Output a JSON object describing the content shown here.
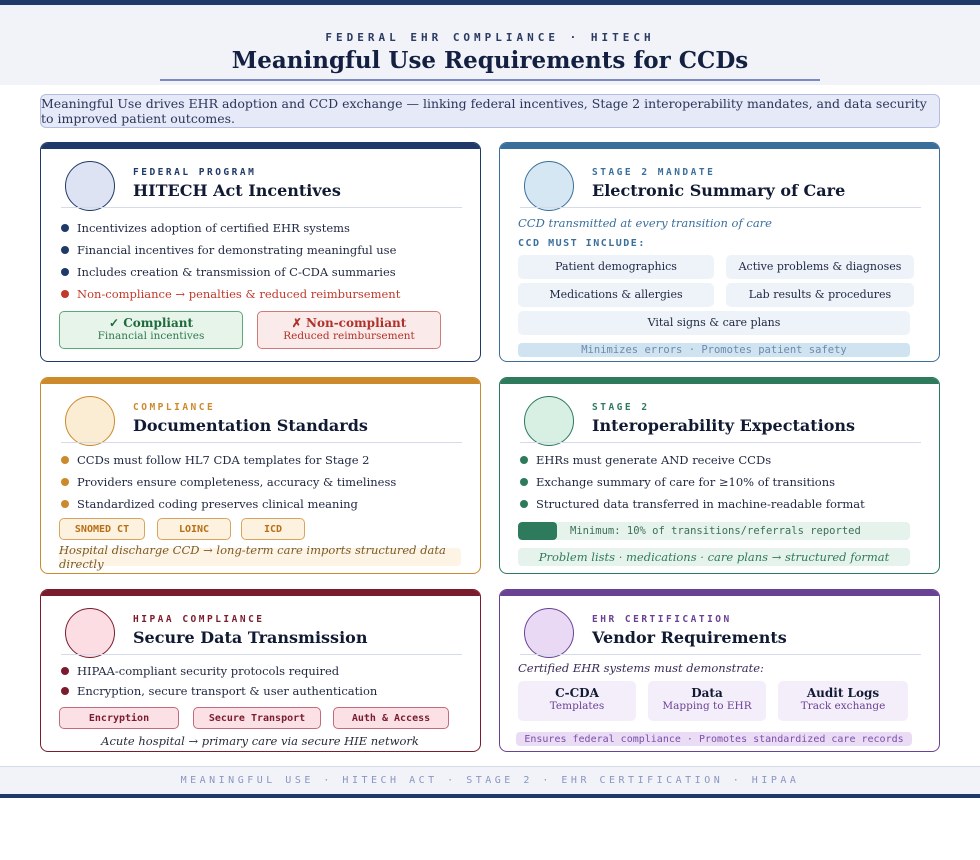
{
  "header": {
    "kicker": "FEDERAL EHR COMPLIANCE · HITECH",
    "title": "Meaningful Use Requirements for CCDs"
  },
  "intro": "Meaningful Use drives EHR adoption and CCD exchange — linking federal incentives, Stage 2 interoperability mandates, and data security to improved patient outcomes.",
  "colors": {
    "navy": "#1f3a68",
    "blue": "#3a6f9c",
    "amber": "#cc8a2c",
    "green": "#2e7a5c",
    "crimson": "#7a1c2e",
    "purple": "#6a4294",
    "red_text": "#c0392b"
  },
  "cards": {
    "hitech": {
      "eyebrow": "FEDERAL PROGRAM",
      "title": "HITECH Act Incentives",
      "bullets": [
        "Incentivizes adoption of certified EHR systems",
        "Financial incentives for demonstrating meaningful use",
        "Includes creation & transmission of C-CDA summaries",
        "Non-compliance → penalties & reduced reimbursement"
      ],
      "compliant_title": "✓ Compliant",
      "compliant_sub": "Financial incentives",
      "noncompliant_title": "✗ Non-compliant",
      "noncompliant_sub": "Reduced reimbursement"
    },
    "summary": {
      "eyebrow": "STAGE 2 MANDATE",
      "title": "Electronic Summary of Care",
      "note": "CCD transmitted at every transition of care",
      "must_include": "CCD MUST INCLUDE:",
      "items": [
        "Patient demographics",
        "Active problems & diagnoses",
        "Medications & allergies",
        "Lab results & procedures",
        "Vital signs & care plans"
      ],
      "footer": "Minimizes errors · Promotes patient safety"
    },
    "documentation": {
      "eyebrow": "COMPLIANCE",
      "title": "Documentation Standards",
      "bullets": [
        "CCDs must follow HL7 CDA templates for Stage 2",
        "Providers ensure completeness, accuracy & timeliness",
        "Standardized coding preserves clinical meaning"
      ],
      "tags": [
        "SNOMED CT",
        "LOINC",
        "ICD"
      ],
      "note": "Hospital discharge CCD → long-term care imports structured data directly"
    },
    "interop": {
      "eyebrow": "STAGE 2",
      "title": "Interoperability Expectations",
      "bullets": [
        "EHRs must generate AND receive CCDs",
        "Exchange summary of care for ≥10% of transitions",
        "Structured data transferred in machine-readable format"
      ],
      "minimum_label": "Minimum: 10% of transitions/referrals reported",
      "minimum_fraction": 0.1,
      "note": "Problem lists · medications · care plans → structured format"
    },
    "hipaa": {
      "eyebrow": "HIPAA COMPLIANCE",
      "title": "Secure Data Transmission",
      "bullets": [
        "HIPAA-compliant security protocols required",
        "Encryption, secure transport & user authentication"
      ],
      "tags": [
        "Encryption",
        "Secure Transport",
        "Auth & Access"
      ],
      "note": "Acute hospital → primary care via secure HIE network"
    },
    "vendor": {
      "eyebrow": "EHR CERTIFICATION",
      "title": "Vendor Requirements",
      "note": "Certified EHR systems must demonstrate:",
      "boxes": [
        {
          "title": "C-CDA",
          "sub": "Templates"
        },
        {
          "title": "Data",
          "sub": "Mapping to EHR"
        },
        {
          "title": "Audit Logs",
          "sub": "Track exchange"
        }
      ],
      "footer": "Ensures federal compliance · Promotes standardized care records"
    }
  },
  "footer": "MEANINGFUL USE · HITECH ACT · STAGE 2 · EHR CERTIFICATION · HIPAA"
}
